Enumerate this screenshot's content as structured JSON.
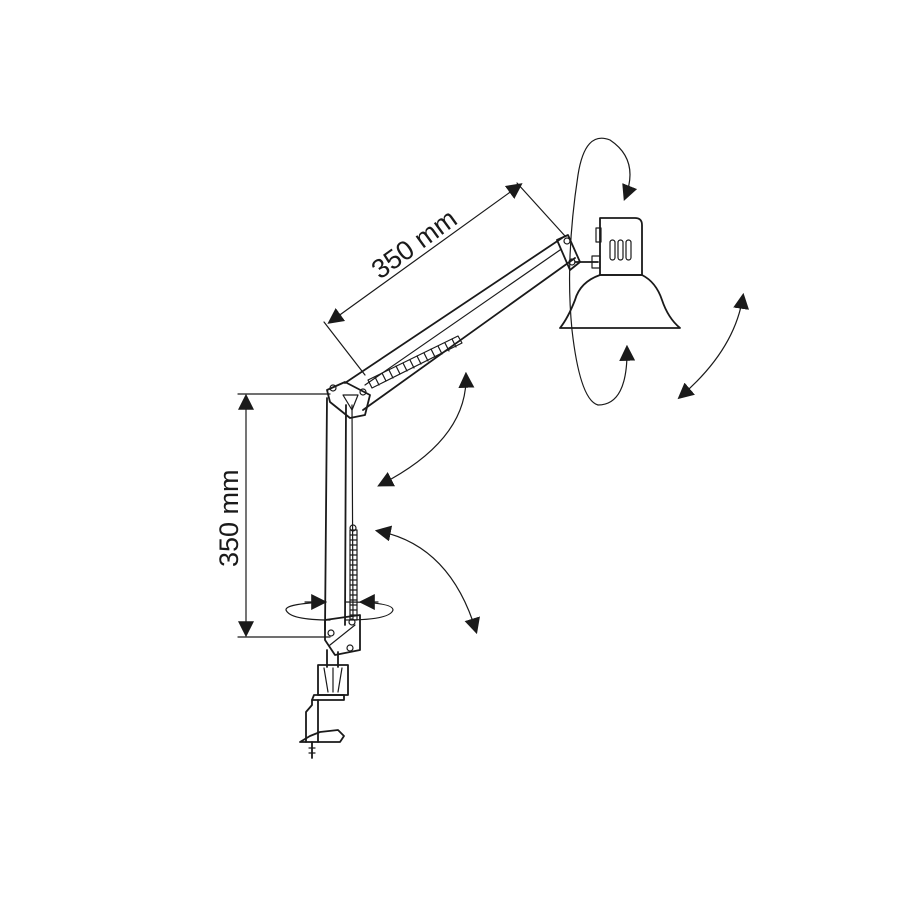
{
  "dimensions": {
    "upper_arm_length": "350 mm",
    "lower_arm_length": "350 mm"
  },
  "colors": {
    "line": "#1a1a1a",
    "background": "#ffffff"
  },
  "icons": {
    "arrowhead": "filled-triangle"
  }
}
